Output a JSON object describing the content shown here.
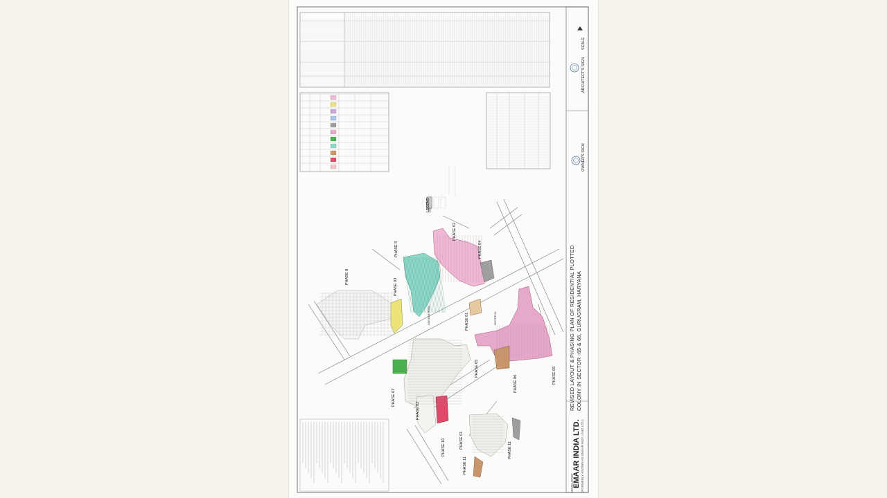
{
  "title_block": {
    "developer_label": "DEVELOPER",
    "developer_name": "EMAAR INDIA LTD.",
    "developer_former": "(FORMERLY KNOWN AS EMAAR MGF LAND LTD.)",
    "plan_title_line1": "REVISED LAYOUT & PHASING PLAN OF RESIDENTIAL PLOTTED",
    "plan_title_line2": "COLONY IN SECTOR -65 & 66, GURUGRAM, HARYANA",
    "owners_sign": "OWNER'S SIGN",
    "architects_sign": "ARCHITECT'S SIGN",
    "scale": "SCALE"
  },
  "legend": {
    "title": "LEGEND"
  },
  "phases": [
    {
      "id": "p1",
      "label": "PHASE 01"
    },
    {
      "id": "p2",
      "label": "PHASE 02"
    },
    {
      "id": "p3",
      "label": "PHASE 03"
    },
    {
      "id": "p4",
      "label": "PHASE 04"
    },
    {
      "id": "p5",
      "label": "PHASE 05"
    },
    {
      "id": "p6",
      "label": "PHASE 06"
    },
    {
      "id": "p7",
      "label": "PHASE 07"
    },
    {
      "id": "p8",
      "label": "PHASE 8"
    },
    {
      "id": "p9",
      "label": "PHASE 9"
    },
    {
      "id": "p10",
      "label": "PHASE 10"
    },
    {
      "id": "p11a",
      "label": "PHASE 11"
    },
    {
      "id": "p11b",
      "label": "PHASE 11"
    },
    {
      "id": "p02b",
      "label": "PHASE 02"
    },
    {
      "id": "p01b",
      "label": "PHASE 01"
    }
  ],
  "roads": {
    "main_road": "60M WIDE ROAD",
    "sector_label": "SECTOR 66"
  },
  "colors": {
    "pink": "#e7a9c9",
    "light_pink": "#efb8d4",
    "teal": "#8fd9c9",
    "green": "#4caf50",
    "red": "#e04a6a",
    "yellow": "#ece27c",
    "brown": "#c9966c",
    "grey": "#9e9e9e",
    "line": "#777777"
  }
}
